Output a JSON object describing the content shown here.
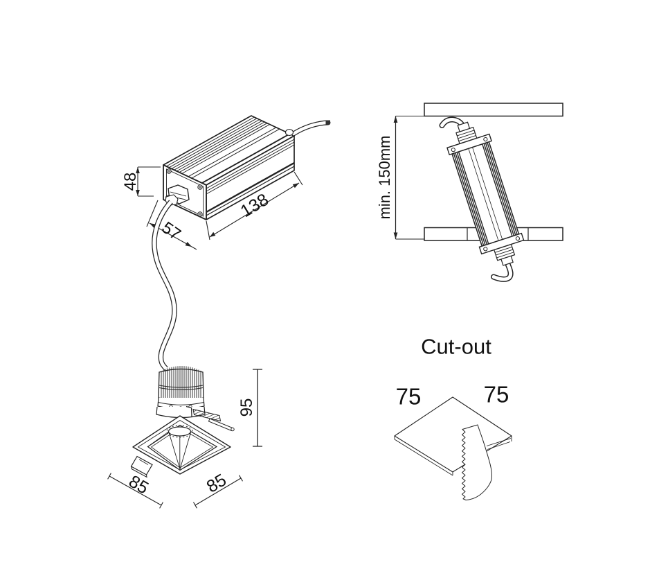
{
  "page": {
    "background": "#ffffff",
    "line_color": "#222222"
  },
  "views": {
    "driver_detail": {
      "dim_height": "48",
      "dim_length": "138",
      "dim_width": "57"
    },
    "luminaire_detail": {
      "dim_height": "95",
      "dim_trim_front": "85",
      "dim_trim_side": "85"
    },
    "installation": {
      "dim_min_recess": "min. 150mm"
    },
    "cutout": {
      "title": "Cut-out",
      "dim_width": "75",
      "dim_depth": "75"
    }
  }
}
